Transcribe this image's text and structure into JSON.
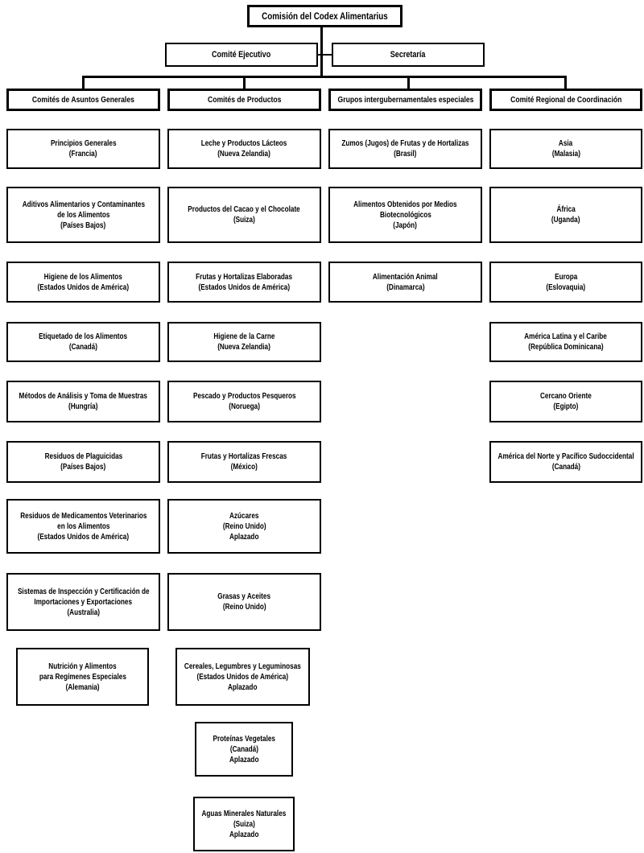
{
  "title": "Comisión del Codex Alimentarius",
  "level2": [
    {
      "label": "Comité Ejecutivo"
    },
    {
      "label": "Secretaría"
    }
  ],
  "columns": [
    {
      "header": "Comités de Asuntos Generales",
      "items": [
        {
          "lines": [
            "Principios Generales",
            "(Francia)"
          ]
        },
        {
          "lines": [
            "Aditivos Alimentarios y Contaminantes",
            "de los Alimentos",
            "(Países Bajos)"
          ]
        },
        {
          "lines": [
            "Higiene de los Alimentos",
            "(Estados Unidos de América)"
          ]
        },
        {
          "lines": [
            "Etiquetado de los Alimentos",
            "(Canadá)"
          ]
        },
        {
          "lines": [
            "Métodos de Análisis y Toma de Muestras",
            "(Hungría)"
          ]
        },
        {
          "lines": [
            "Residuos de Plaguicidas",
            "(Países Bajos)"
          ]
        },
        {
          "lines": [
            "Residuos de Medicamentos Veterinarios",
            "en los Alimentos",
            "(Estados Unidos de América)"
          ]
        },
        {
          "lines": [
            "Sistemas de Inspección y Certificación de",
            "Importaciones y Exportaciones",
            "(Australia)"
          ]
        },
        {
          "lines": [
            "Nutrición y Alimentos",
            "para Regímenes Especiales",
            "(Alemania)"
          ]
        }
      ]
    },
    {
      "header": "Comités de Productos",
      "items": [
        {
          "lines": [
            "Leche y Productos Lácteos",
            "(Nueva Zelandia)"
          ]
        },
        {
          "lines": [
            "Productos del Cacao y el Chocolate",
            "(Suiza)"
          ]
        },
        {
          "lines": [
            "Frutas y Hortalizas Elaboradas",
            "(Estados Unidos de América)"
          ]
        },
        {
          "lines": [
            "Higiene de la Carne",
            "(Nueva Zelandia)"
          ]
        },
        {
          "lines": [
            "Pescado y Productos Pesqueros",
            "(Noruega)"
          ]
        },
        {
          "lines": [
            "Frutas y Hortalizas Frescas",
            "(México)"
          ]
        },
        {
          "lines": [
            "Azúcares",
            "(Reino Unido)",
            "Aplazado"
          ]
        },
        {
          "lines": [
            "Grasas y Aceites",
            "(Reino Unido)"
          ]
        },
        {
          "lines": [
            "Cereales, Legumbres y Leguminosas",
            "(Estados Unidos de América)",
            "Aplazado"
          ]
        },
        {
          "lines": [
            "Proteínas Vegetales",
            "(Canadá)",
            "Aplazado"
          ]
        },
        {
          "lines": [
            "Aguas Minerales Naturales",
            "(Suiza)",
            "Aplazado"
          ]
        }
      ]
    },
    {
      "header": "Grupos intergubernamentales especiales",
      "items": [
        {
          "lines": [
            "Zumos (Jugos) de Frutas y de Hortalizas",
            "(Brasil)"
          ]
        },
        {
          "lines": [
            "Alimentos Obtenidos por Medios",
            "Biotecnológicos",
            "(Japón)"
          ]
        },
        {
          "lines": [
            "Alimentación Animal",
            "(Dinamarca)"
          ]
        }
      ]
    },
    {
      "header": "Comité Regional de Coordinación",
      "items": [
        {
          "lines": [
            "Asia",
            "(Malasia)"
          ]
        },
        {
          "lines": [
            "África",
            "(Uganda)"
          ]
        },
        {
          "lines": [
            "Europa",
            "(Eslovaquia)"
          ]
        },
        {
          "lines": [
            "América Latina y el Caribe",
            "(República Dominicana)"
          ]
        },
        {
          "lines": [
            "Cercano Oriente",
            "(Egipto)"
          ]
        },
        {
          "lines": [
            "América del Norte y Pacífico Sudoccidental",
            "(Canadá)"
          ]
        }
      ]
    }
  ],
  "colors": {
    "border": "#000000",
    "background": "#ffffff",
    "text": "#000000"
  }
}
